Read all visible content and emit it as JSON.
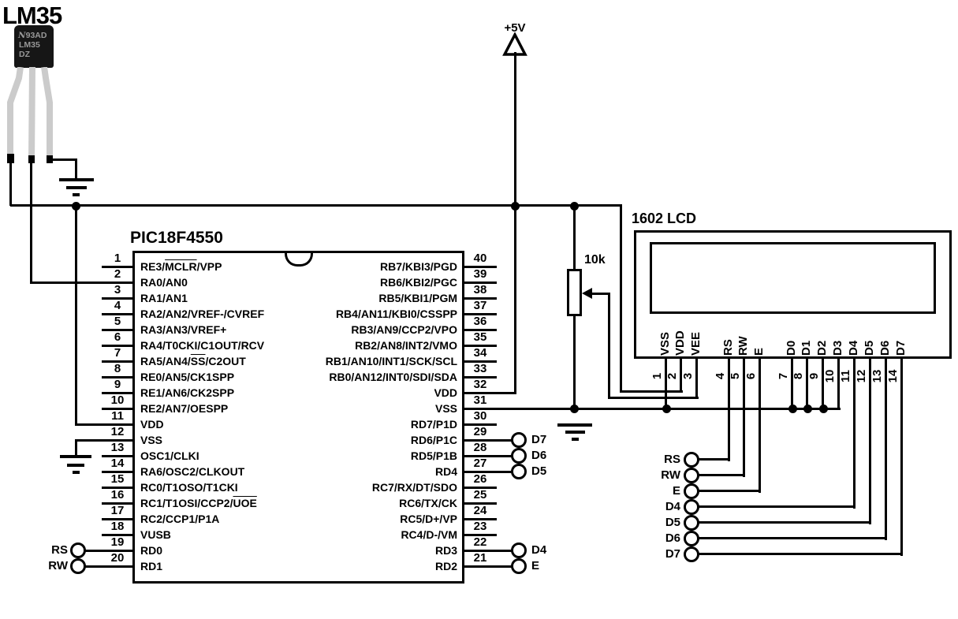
{
  "lm35": {
    "label": "LM35",
    "package_line1": "93AD",
    "package_line2": "LM35",
    "package_line3": "DZ"
  },
  "supply": {
    "label": "+5V"
  },
  "potentiometer": {
    "label": "10k"
  },
  "pic": {
    "title": "PIC18F4550",
    "left_pins": [
      {
        "num": "1",
        "pre": "RE3/",
        "over": "MCLR",
        "post": "/VPP"
      },
      {
        "num": "2",
        "pre": "RA0/AN0"
      },
      {
        "num": "3",
        "pre": "RA1/AN1"
      },
      {
        "num": "4",
        "pre": "RA2/AN2/VREF-/CVREF"
      },
      {
        "num": "5",
        "pre": "RA3/AN3/VREF+"
      },
      {
        "num": "6",
        "pre": "RA4/T0CKI/C1OUT/RCV"
      },
      {
        "num": "7",
        "pre": "RA5/AN4/",
        "over": "SS",
        "post": "/C2OUT"
      },
      {
        "num": "8",
        "pre": "RE0/AN5/CK1SPP"
      },
      {
        "num": "9",
        "pre": "RE1/AN6/CK2SPP"
      },
      {
        "num": "10",
        "pre": "RE2/AN7/OESPP"
      },
      {
        "num": "11",
        "pre": "VDD"
      },
      {
        "num": "12",
        "pre": "VSS"
      },
      {
        "num": "13",
        "pre": "OSC1/CLKI"
      },
      {
        "num": "14",
        "pre": "RA6/OSC2/CLKOUT"
      },
      {
        "num": "15",
        "pre": "RC0/T1OSO/T1CKI"
      },
      {
        "num": "16",
        "pre": "RC1/T1OSI/CCP2/",
        "over": "UOE"
      },
      {
        "num": "17",
        "pre": "RC2/CCP1/P1A"
      },
      {
        "num": "18",
        "pre": "VUSB"
      },
      {
        "num": "19",
        "pre": "RD0"
      },
      {
        "num": "20",
        "pre": "RD1"
      }
    ],
    "right_pins": [
      {
        "num": "40",
        "label": "RB7/KBI3/PGD"
      },
      {
        "num": "39",
        "label": "RB6/KBI2/PGC"
      },
      {
        "num": "38",
        "label": "RB5/KBI1/PGM"
      },
      {
        "num": "37",
        "label": "RB4/AN11/KBI0/CSSPP"
      },
      {
        "num": "36",
        "label": "RB3/AN9/CCP2/VPO"
      },
      {
        "num": "35",
        "label": "RB2/AN8/INT2/VMO"
      },
      {
        "num": "34",
        "label": "RB1/AN10/INT1/SCK/SCL"
      },
      {
        "num": "33",
        "label": "RB0/AN12/INT0/SDI/SDA"
      },
      {
        "num": "32",
        "label": "VDD"
      },
      {
        "num": "31",
        "label": "VSS"
      },
      {
        "num": "30",
        "label": "RD7/P1D"
      },
      {
        "num": "29",
        "label": "RD6/P1C"
      },
      {
        "num": "28",
        "label": "RD5/P1B"
      },
      {
        "num": "27",
        "label": "RD4"
      },
      {
        "num": "26",
        "label": "RC7/RX/DT/SDO"
      },
      {
        "num": "25",
        "label": "RC6/TX/CK"
      },
      {
        "num": "24",
        "label": "RC5/D+/VP"
      },
      {
        "num": "23",
        "label": "RC4/D-/VM"
      },
      {
        "num": "22",
        "label": "RD3"
      },
      {
        "num": "21",
        "label": "RD2"
      }
    ]
  },
  "lcd": {
    "title": "1602 LCD",
    "pins": [
      {
        "num": "1",
        "label": "VSS"
      },
      {
        "num": "2",
        "label": "VDD"
      },
      {
        "num": "3",
        "label": "VEE"
      },
      {
        "num": "4",
        "label": "RS"
      },
      {
        "num": "5",
        "label": "RW"
      },
      {
        "num": "6",
        "label": "E"
      },
      {
        "num": "7",
        "label": "D0"
      },
      {
        "num": "8",
        "label": "D1"
      },
      {
        "num": "9",
        "label": "D2"
      },
      {
        "num": "10",
        "label": "D3"
      },
      {
        "num": "11",
        "label": "D4"
      },
      {
        "num": "12",
        "label": "D5"
      },
      {
        "num": "13",
        "label": "D6"
      },
      {
        "num": "14",
        "label": "D7"
      }
    ]
  },
  "terminals": {
    "left": [
      "RS",
      "RW"
    ],
    "pic_right": [
      "D7",
      "D6",
      "D5",
      "D4",
      "E"
    ],
    "lcd_side": [
      "RS",
      "RW",
      "E",
      "D4",
      "D5",
      "D6",
      "D7"
    ]
  },
  "icons": {
    "ground-icon": "three-bar-ground-symbol",
    "power-5v-icon": "open-triangle-up-arrow",
    "junction-dot": "filled-circle",
    "terminal-circle": "open-circle-net-connector",
    "potentiometer-wiper-icon": "left-pointing-filled-arrow"
  },
  "colors": {
    "wire": "#000000",
    "background": "#ffffff",
    "lm35_body": "#161616",
    "lm35_text": "#989898",
    "lm35_lead": "#cbcbcb"
  }
}
